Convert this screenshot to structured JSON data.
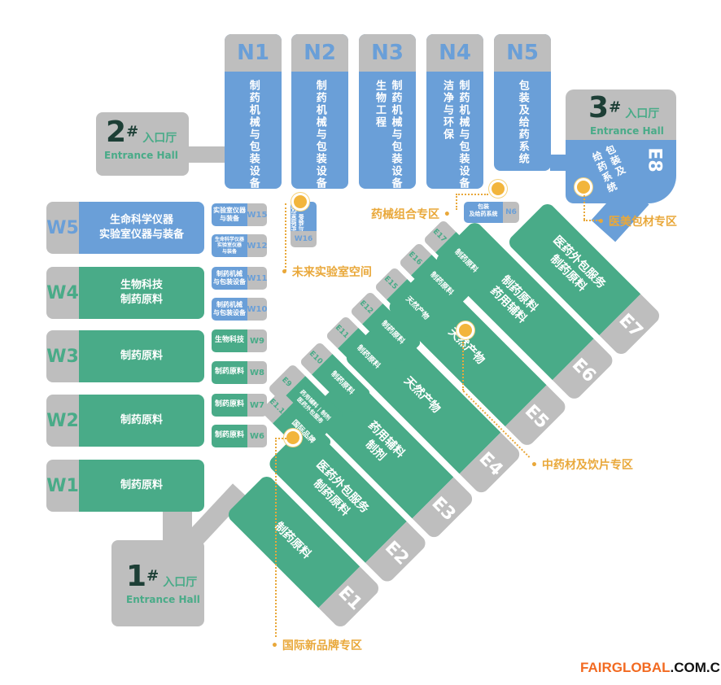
{
  "colors": {
    "exhibit_blue": "#6a9fd8",
    "exhibit_green": "#49ab88",
    "cap_gray": "#bebebe",
    "highlight_orange": "#e9a83a",
    "brand_orange": "#f26a21"
  },
  "entrances": [
    {
      "num": "1",
      "sup": "#",
      "zh": "入口厅",
      "en": "Entrance Hall"
    },
    {
      "num": "2",
      "sup": "#",
      "zh": "入口厅",
      "en": "Entrance Hall"
    },
    {
      "num": "3",
      "sup": "#",
      "zh": "入口厅",
      "en": "Entrance Hall"
    }
  ],
  "north_halls": [
    {
      "id": "N1",
      "label": "制药机械与包装设备"
    },
    {
      "id": "N2",
      "label": "制药机械与包装设备"
    },
    {
      "id": "N3",
      "label": "制药机械与包装设备\n生物工程"
    },
    {
      "id": "N4",
      "label": "制药机械与包装设备\n洁净与环保"
    },
    {
      "id": "N5",
      "label": "包装及给药系统"
    }
  ],
  "n6": {
    "id": "N6",
    "label": "包装\n及给药系统"
  },
  "west_halls": [
    {
      "id": "W5",
      "label": "生命科学仪器\n实验室仪器与装备",
      "color": "blue"
    },
    {
      "id": "W4",
      "label": "生物科技\n制药原料",
      "color": "green"
    },
    {
      "id": "W3",
      "label": "制药原料",
      "color": "green"
    },
    {
      "id": "W2",
      "label": "制药原料",
      "color": "green"
    },
    {
      "id": "W1",
      "label": "制药原料",
      "color": "green"
    }
  ],
  "west_small": [
    {
      "id": "W15",
      "label": "实验室仪器\n与装备",
      "color": "blue"
    },
    {
      "id": "W12",
      "label": "生命科学仪器\n实验室仪器\n与装备",
      "color": "blue"
    },
    {
      "id": "W11",
      "label": "制药机械\n与包装设备",
      "color": "blue"
    },
    {
      "id": "W10",
      "label": "制药机械\n与包装设备",
      "color": "blue"
    },
    {
      "id": "W9",
      "label": "生物科技",
      "color": "green"
    },
    {
      "id": "W8",
      "label": "制药原料",
      "color": "green"
    },
    {
      "id": "W7",
      "label": "制药原料",
      "color": "green"
    },
    {
      "id": "W6",
      "label": "制药原料",
      "color": "green"
    }
  ],
  "w16": {
    "id": "W16",
    "label": "实验室仪器\n与装备"
  },
  "east_halls": [
    {
      "id": "E1",
      "label": "制药原料"
    },
    {
      "id": "E2",
      "label": "医药外包服务\n制药原料"
    },
    {
      "id": "E3",
      "label": "药用辅料\n制剂"
    },
    {
      "id": "E4",
      "label": "天然产物"
    },
    {
      "id": "E5",
      "label": "天然产物"
    },
    {
      "id": "E6",
      "label": "制药原料\n药用辅料"
    },
    {
      "id": "E7",
      "label": "医药外包服务\n制药原料"
    }
  ],
  "east_small": [
    {
      "id": "E17",
      "label": "制药原料"
    },
    {
      "id": "E16",
      "label": "制药原料"
    },
    {
      "id": "E15",
      "label": "天然产物"
    },
    {
      "id": "E12",
      "label": "制药原料"
    },
    {
      "id": "E11",
      "label": "制药原料"
    },
    {
      "id": "E10",
      "label": "制药原料"
    },
    {
      "id": "E9",
      "label": "药用辅料 | 制剂\n医药外包服务"
    },
    {
      "id": "E1.1",
      "label": "国际品牌"
    }
  ],
  "e8": {
    "id": "E8",
    "label": "包装及\n给药系统"
  },
  "zones": {
    "future_lab": "未来实验室空间",
    "drug_device": "药械组合专区",
    "cosmetic_packaging": "医美包材专区",
    "tcm": "中药材及饮片专区",
    "intl_brand": "国际新品牌专区"
  },
  "footer": {
    "brand": "FAIRGLOBAL",
    "domain": ".COM.CN"
  }
}
